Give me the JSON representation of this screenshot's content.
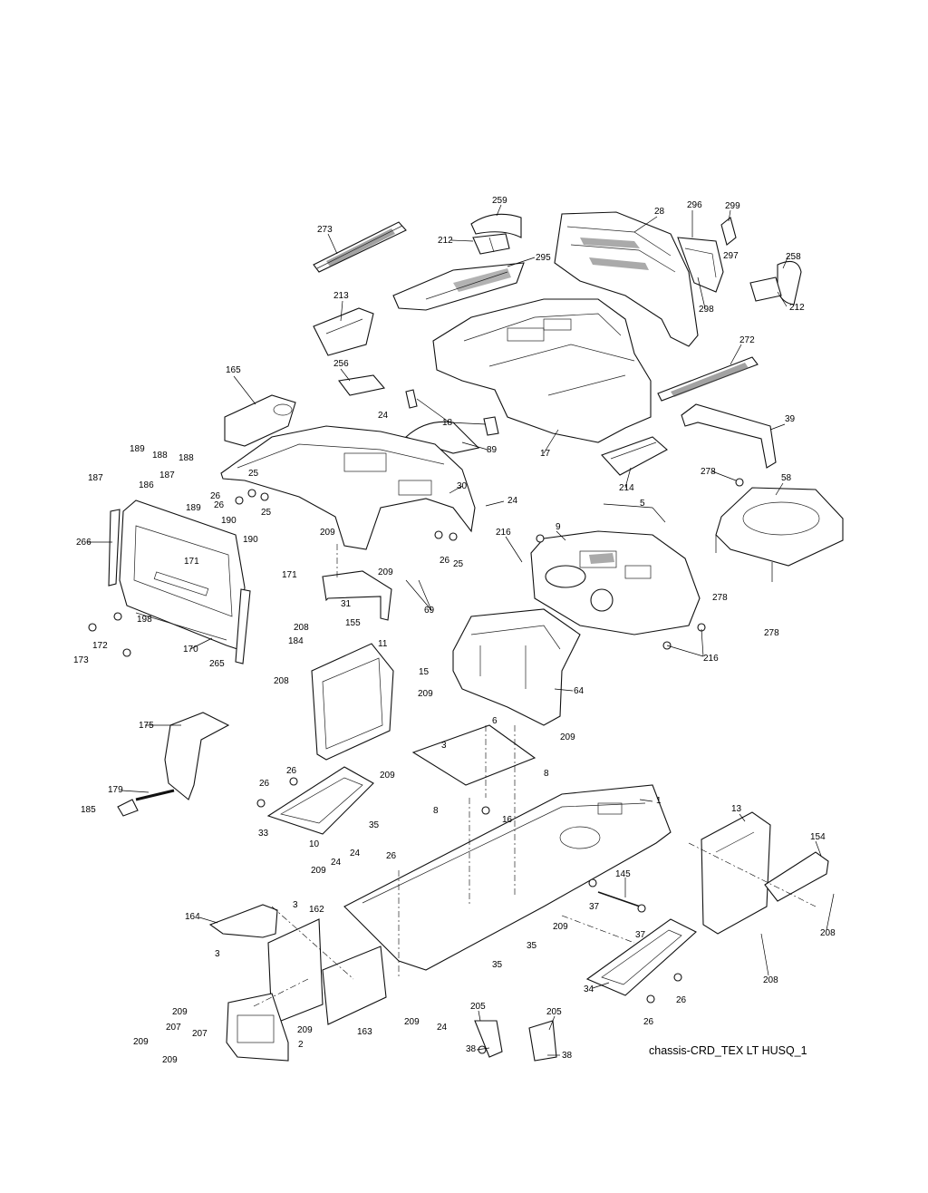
{
  "caption": "chassis-CRD_TEX LT HUSQ_1",
  "callouts": {
    "c259": "259",
    "c212a": "212",
    "c273": "273",
    "c295": "295",
    "c28": "28",
    "c296": "296",
    "c299": "299",
    "c297": "297",
    "c258": "258",
    "c298": "298",
    "c212b": "212",
    "c213": "213",
    "c272": "272",
    "c165": "165",
    "c256": "256",
    "c24a": "24",
    "c18": "18",
    "c89": "89",
    "c17": "17",
    "c39": "39",
    "c189a": "189",
    "c188a": "188",
    "c188b": "188",
    "c187a": "187",
    "c187b": "187",
    "c186": "186",
    "c189b": "189",
    "c25a": "25",
    "c26a": "26",
    "c26b": "26",
    "c25b": "25",
    "c30": "30",
    "c24b": "24",
    "c214": "214",
    "c278a": "278",
    "c58": "58",
    "c190a": "190",
    "c190b": "190",
    "c266": "266",
    "c171a": "171",
    "c171b": "171",
    "c209a": "209",
    "c26c": "26",
    "c25c": "25",
    "c5": "5",
    "c216a": "216",
    "c9": "9",
    "c209b": "209",
    "c69": "69",
    "c31": "31",
    "c278b": "278",
    "c278c": "278",
    "c198": "198",
    "c172": "172",
    "c173": "173",
    "c170": "170",
    "c184": "184",
    "c265": "265",
    "c208a": "208",
    "c155": "155",
    "c11": "11",
    "c216b": "216",
    "c208b": "208",
    "c15": "15",
    "c64": "64",
    "c209c": "209",
    "c6": "6",
    "c209d": "209",
    "c3a": "3",
    "c175": "175",
    "c8a": "8",
    "c26d": "26",
    "c26e": "26",
    "c209e": "209",
    "c8b": "8",
    "c179": "179",
    "c1": "1",
    "c185": "185",
    "c35a": "35",
    "c16": "16",
    "c33": "33",
    "c10": "10",
    "c13": "13",
    "c154": "154",
    "c209f": "209",
    "c24c": "24",
    "c24d": "24",
    "c26f": "26",
    "c145": "145",
    "c164": "164",
    "c3b": "3",
    "c162": "162",
    "c37a": "37",
    "c3c": "3",
    "c209g": "209",
    "c37b": "37",
    "c208c": "208",
    "c35b": "35",
    "c35c": "35",
    "c208d": "208",
    "c34": "34",
    "c26g": "26",
    "c209h": "209",
    "c207a": "207",
    "c207b": "207",
    "c209i": "209",
    "c209j": "209",
    "c209k": "209",
    "c2": "2",
    "c163": "163",
    "c209l": "209",
    "c24e": "24",
    "c205a": "205",
    "c205b": "205",
    "c26h": "26",
    "c38a": "38",
    "c38b": "38"
  },
  "colors": {
    "line": "#111111",
    "background": "#ffffff",
    "shade": "#555555"
  }
}
